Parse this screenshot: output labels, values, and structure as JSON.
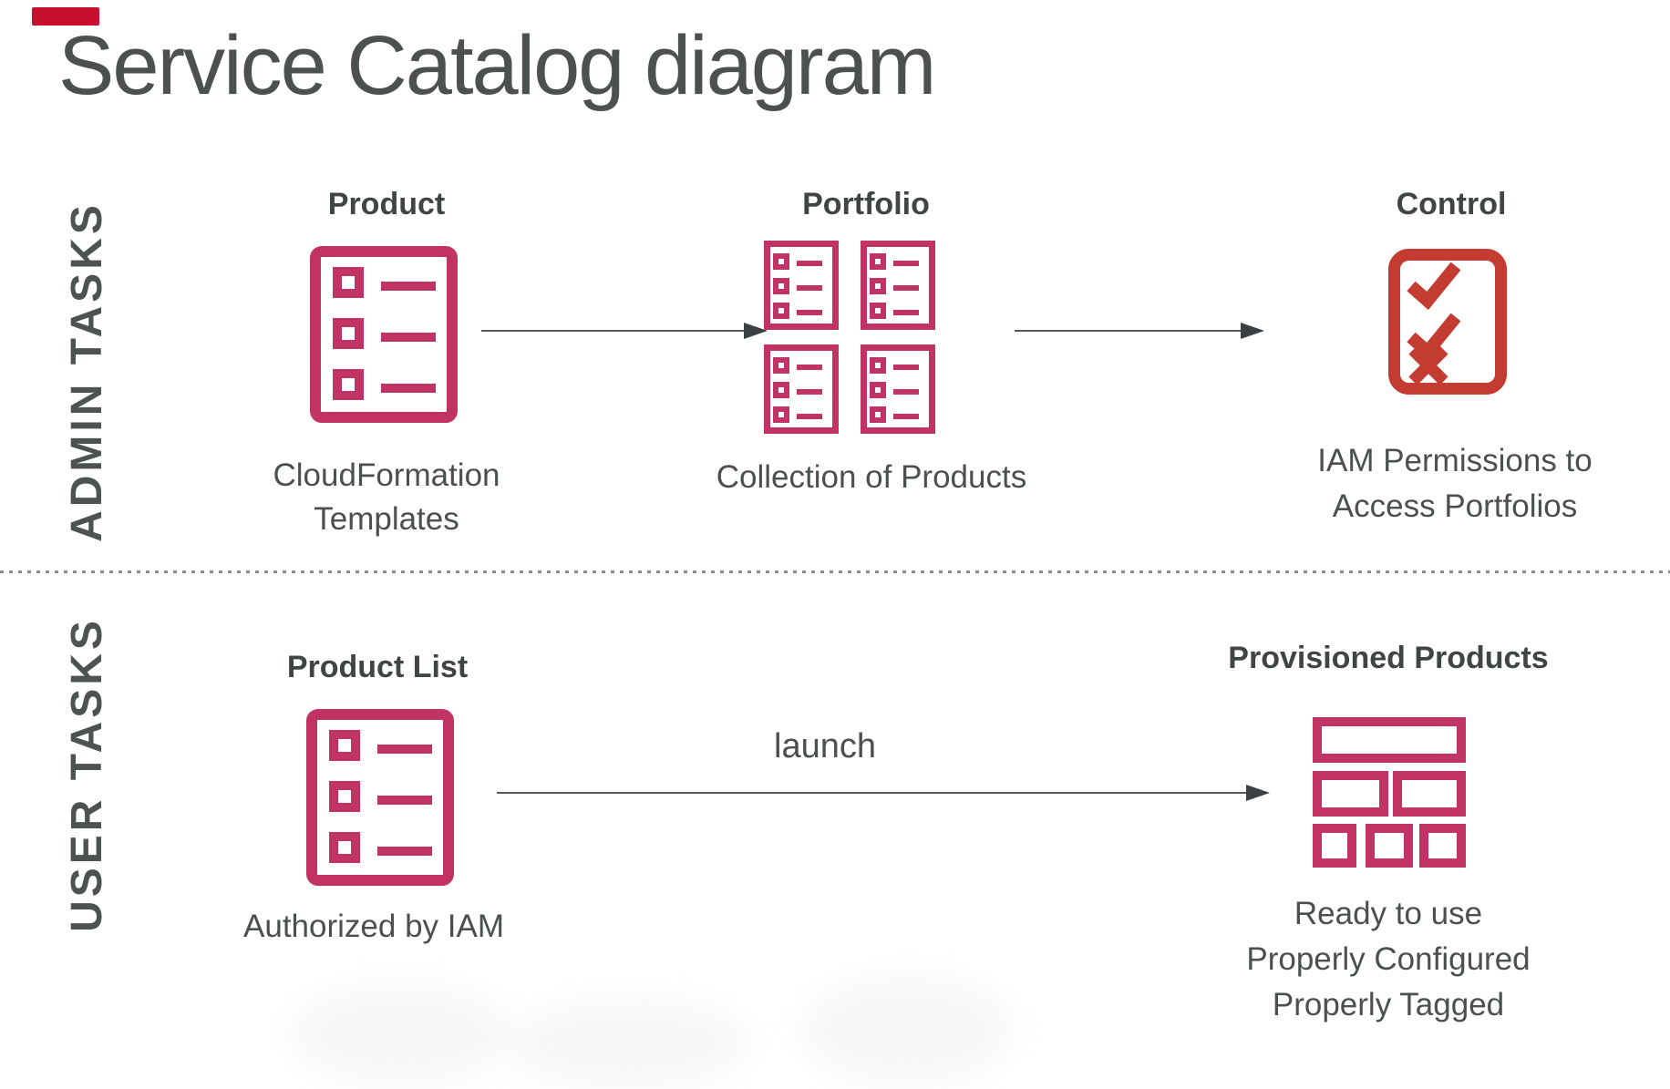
{
  "title": "Service Catalog diagram",
  "colors": {
    "magenta": "#c13365",
    "red": "#c43b32",
    "ink": "#4a504d",
    "ink-bold": "#3f4543",
    "arrow": "#55595c",
    "arrowhead": "#3b4042",
    "separator": "#8d8d8d",
    "marker-red": "#c8102e"
  },
  "admin": {
    "side_label": "ADMIN TASKS",
    "product": {
      "title": "Product",
      "caption": [
        "CloudFormation",
        "Templates"
      ]
    },
    "portfolio": {
      "title": "Portfolio",
      "caption": [
        "Collection of Products"
      ]
    },
    "control": {
      "title": "Control",
      "caption": [
        "IAM Permissions to",
        "Access Portfolios"
      ]
    }
  },
  "user": {
    "side_label": "USER TASKS",
    "product_list": {
      "title": "Product List",
      "caption": [
        "Authorized by IAM"
      ]
    },
    "launch_label": "launch",
    "provisioned": {
      "title": "Provisioned Products",
      "caption": [
        "Ready to use",
        "Properly Configured",
        "Properly Tagged"
      ]
    }
  }
}
